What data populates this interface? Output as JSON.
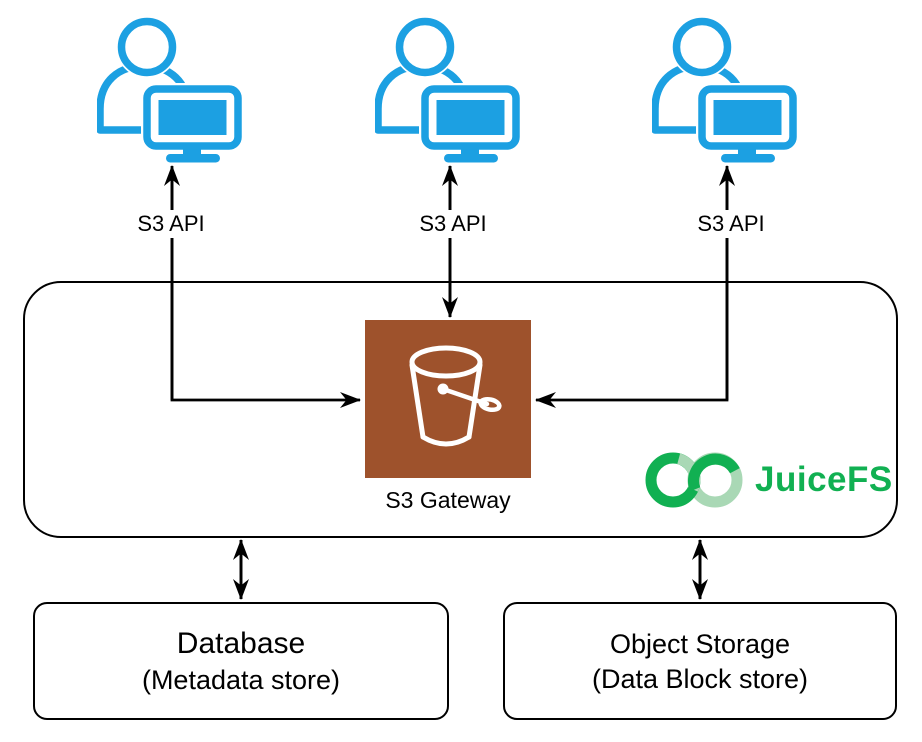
{
  "clients": {
    "labels": [
      "S3 API",
      "S3 API",
      "S3 API"
    ]
  },
  "gateway": {
    "label": "S3 Gateway"
  },
  "logo": {
    "text": "JuiceFS"
  },
  "database_box": {
    "title": "Database",
    "subtitle": "(Metadata store)"
  },
  "object_storage_box": {
    "title": "Object Storage",
    "subtitle": "(Data Block store)"
  },
  "colors": {
    "client_icon_blue": "#1CA0E2",
    "gateway_brown": "#9E522C",
    "logo_green": "#11B052",
    "logo_green_light": "#A9D8B5",
    "line_color": "#000000"
  }
}
